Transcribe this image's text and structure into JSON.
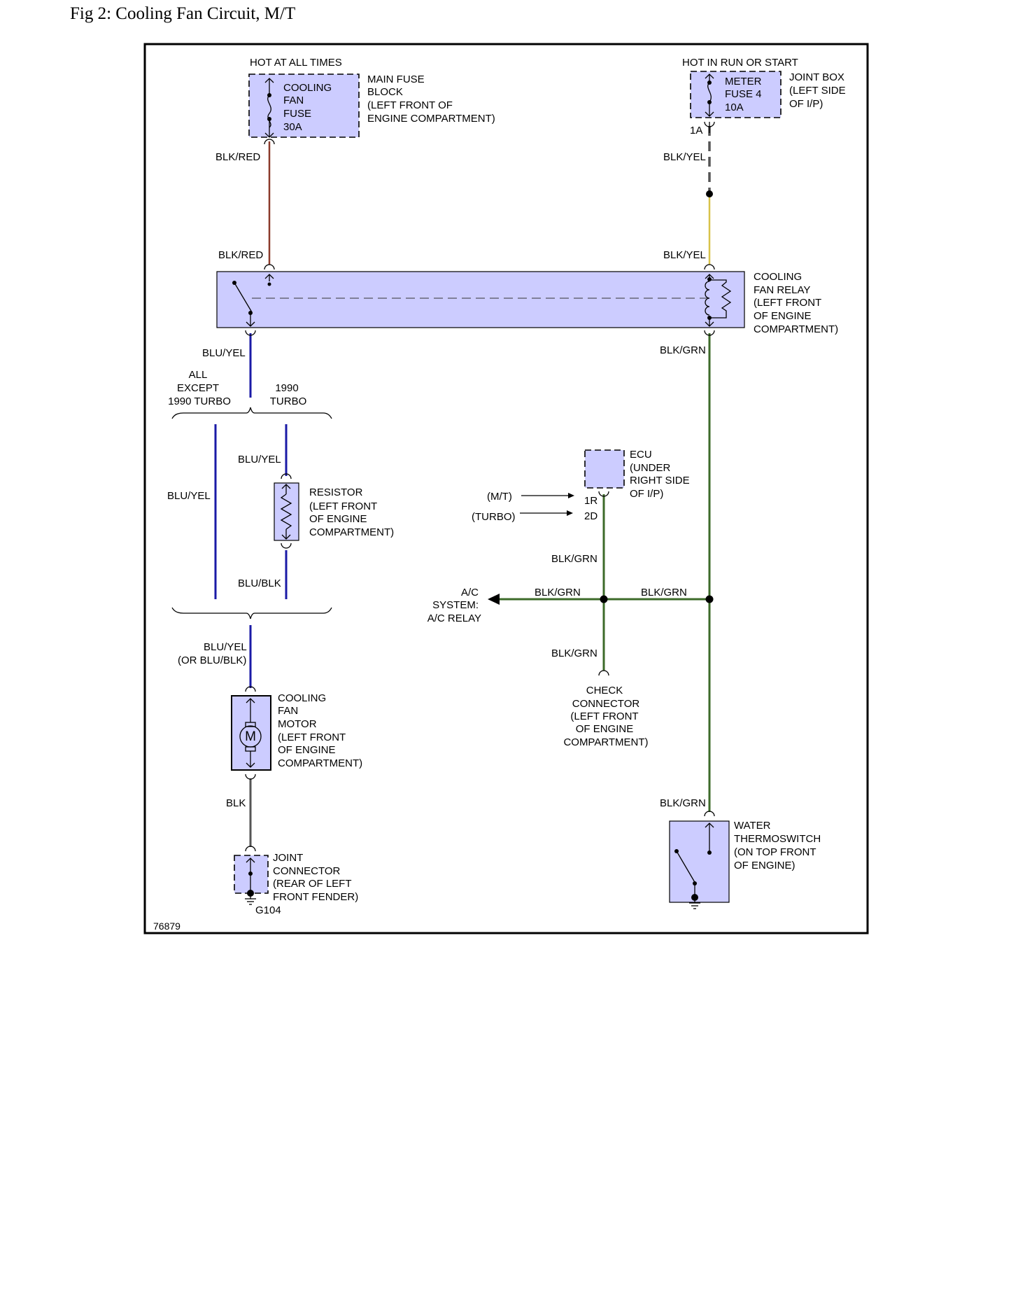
{
  "title": "Fig 2: Cooling Fan Circuit, M/T",
  "figure_number": "76879",
  "colors": {
    "component_fill": "#ccccff",
    "wire_blk_red": "#8b3a2a",
    "wire_blk_yel": "#d8c24a",
    "wire_blu_yel": "#1a1aa6",
    "wire_blk_grn": "#3d6b2a",
    "wire_blk": "#555555"
  },
  "power": {
    "hot_at_all_times": "HOT AT ALL TIMES",
    "hot_in_run_or_start": "HOT IN RUN OR START"
  },
  "fuse_main": {
    "l1": "COOLING",
    "l2": "FAN",
    "l3": "FUSE",
    "l4": "30A",
    "loc1": "MAIN FUSE",
    "loc2": "BLOCK",
    "loc3": "(LEFT FRONT OF",
    "loc4": "ENGINE COMPARTMENT)"
  },
  "fuse_meter": {
    "l1": "METER",
    "l2": "FUSE 4",
    "l3": "10A",
    "loc1": "JOINT BOX",
    "loc2": "(LEFT SIDE",
    "loc3": "OF I/P)",
    "pin": "1A"
  },
  "relay": {
    "l1": "COOLING",
    "l2": "FAN RELAY",
    "l3": "(LEFT FRONT",
    "l4": "OF ENGINE",
    "l5": "COMPARTMENT)"
  },
  "branch": {
    "all_except_l1": "ALL",
    "all_except_l2": "EXCEPT",
    "all_except_l3": "1990 TURBO",
    "turbo_l1": "1990",
    "turbo_l2": "TURBO"
  },
  "resistor": {
    "l1": "RESISTOR",
    "l2": "(LEFT FRONT",
    "l3": "OF ENGINE",
    "l4": "COMPARTMENT)"
  },
  "ecu": {
    "l1": "ECU",
    "l2": "(UNDER",
    "l3": "RIGHT SIDE",
    "l4": "OF I/P)",
    "mt": "(M/T)",
    "turbo": "(TURBO)",
    "pin_1r": "1R",
    "pin_2d": "2D"
  },
  "ac": {
    "l1": "A/C",
    "l2": "SYSTEM:",
    "l3": "A/C RELAY"
  },
  "check_connector": {
    "l1": "CHECK",
    "l2": "CONNECTOR",
    "l3": "(LEFT FRONT",
    "l4": "OF ENGINE",
    "l5": "COMPARTMENT)"
  },
  "motor": {
    "symbol": "M",
    "l1": "COOLING",
    "l2": "FAN",
    "l3": "MOTOR",
    "l4": "(LEFT FRONT",
    "l5": "OF ENGINE",
    "l6": "COMPARTMENT)"
  },
  "joint_connector": {
    "l1": "JOINT",
    "l2": "CONNECTOR",
    "l3": "(REAR OF LEFT",
    "l4": "FRONT FENDER)",
    "ground": "G104"
  },
  "thermoswitch": {
    "l1": "WATER",
    "l2": "THERMOSWITCH",
    "l3": "(ON TOP FRONT",
    "l4": "OF ENGINE)"
  },
  "wires": {
    "blk_red_upper": "BLK/RED",
    "blk_red_lower": "BLK/RED",
    "blk_yel_upper": "BLK/YEL",
    "blk_yel_lower": "BLK/YEL",
    "blu_yel_relay": "BLU/YEL",
    "blk_grn_relay": "BLK/GRN",
    "blu_yel_all_except": "BLU/YEL",
    "blu_yel_turbo": "BLU/YEL",
    "blu_blk_turbo": "BLU/BLK",
    "blk_grn_ecu": "BLK/GRN",
    "blk_grn_ac": "BLK/GRN",
    "blk_grn_junction": "BLK/GRN",
    "blk_grn_check": "BLK/GRN",
    "blu_yel_motor": "BLU/YEL",
    "or_blu_blk_motor": "(OR BLU/BLK)",
    "blk_motor": "BLK",
    "blk_grn_thermo": "BLK/GRN"
  }
}
